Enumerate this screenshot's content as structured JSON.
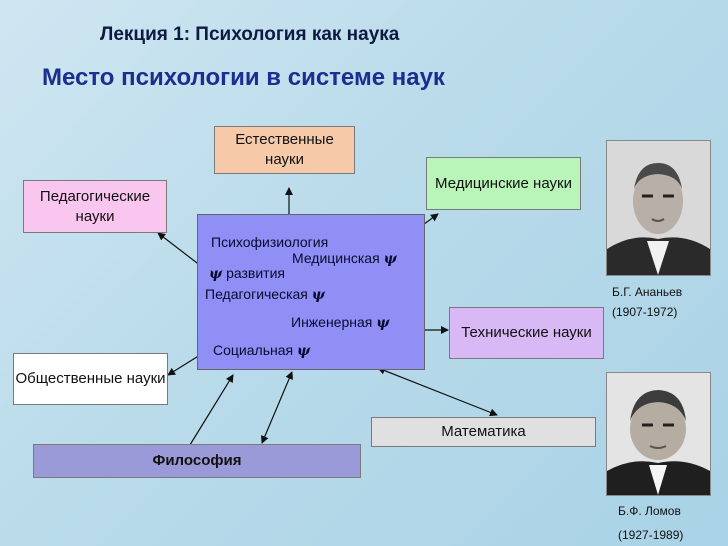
{
  "header": {
    "lecture": "Лекция 1: Психология как наука",
    "title": "Место психологии в системе наук"
  },
  "sciences": {
    "natural": "Естественные науки",
    "medical": "Медицинские науки",
    "pedagogical": "Педагогические науки",
    "technical": "Технические науки",
    "social": "Общественные науки",
    "mathematics": "Математика",
    "philosophy": "Философия"
  },
  "psychology_branches": {
    "psychophysiology": "Психофизиология",
    "medical": "Медицинская",
    "psi_symbol": "ψ",
    "developmental": "развития",
    "pedagogical": "Педагогическая",
    "engineering": "Инженерная",
    "social": "Социальная"
  },
  "portraits": [
    {
      "name": "Б.Г. Ананьев",
      "years": "(1907-1972)"
    },
    {
      "name": "Б.Ф. Ломов",
      "years": "(1927-1989)"
    }
  ],
  "colors": {
    "natural": "#f6c9a9",
    "medical": "#b9f4b9",
    "pedagogical": "#f9c6ef",
    "technical": "#d8b9f6",
    "social": "#ffffff",
    "mathematics": "#e0e0e0",
    "philosophy": "#9a9ad9",
    "center": "#8f8ff5"
  }
}
